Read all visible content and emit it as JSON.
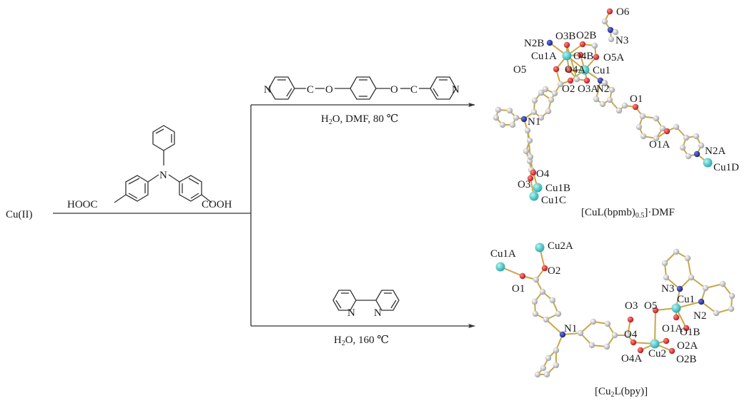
{
  "scheme": {
    "reactant_metal": "Cu(II)",
    "ligand_H2L": {
      "left_group": "HOOC",
      "right_group": "COOH",
      "center_atom": "N"
    },
    "upper_route": {
      "coligand": {
        "left_N": "N",
        "right_N": "N",
        "linker_C1": "C",
        "linker_O1": "O",
        "linker_O2": "O",
        "linker_C2": "C"
      },
      "conditions": {
        "water_H": "H",
        "water_sub": "2",
        "water_rest": "O, DMF, 80 ℃"
      },
      "product": {
        "prefix": "[CuL(bpmb)",
        "subscript": "0.5",
        "suffix": "]·DMF"
      },
      "atom_labels": [
        {
          "id": "O6",
          "text": "O6"
        },
        {
          "id": "N3",
          "text": "N3"
        },
        {
          "id": "N2B",
          "text": "N2B"
        },
        {
          "id": "O3B",
          "text": "O3B"
        },
        {
          "id": "O2B",
          "text": "O2B"
        },
        {
          "id": "Cu1A",
          "text": "Cu1A"
        },
        {
          "id": "O4B",
          "text": "O4B"
        },
        {
          "id": "O5A",
          "text": "O5A"
        },
        {
          "id": "O5",
          "text": "O5"
        },
        {
          "id": "O4A",
          "text": "O4A"
        },
        {
          "id": "Cu1",
          "text": "Cu1"
        },
        {
          "id": "O2",
          "text": "O2"
        },
        {
          "id": "O3A",
          "text": "O3A"
        },
        {
          "id": "N2",
          "text": "N2"
        },
        {
          "id": "O1",
          "text": "O1"
        },
        {
          "id": "N1",
          "text": "N1"
        },
        {
          "id": "O1A",
          "text": "O1A"
        },
        {
          "id": "N2A",
          "text": "N2A"
        },
        {
          "id": "Cu1D",
          "text": "Cu1D"
        },
        {
          "id": "O4",
          "text": "O4"
        },
        {
          "id": "O3",
          "text": "O3"
        },
        {
          "id": "Cu1B",
          "text": "Cu1B"
        },
        {
          "id": "Cu1C",
          "text": "Cu1C"
        }
      ]
    },
    "lower_route": {
      "coligand": {
        "left_N": "N",
        "right_N": "N"
      },
      "conditions": {
        "water_H": "H",
        "water_sub": "2",
        "water_rest": "O, 160 ℃"
      },
      "product": {
        "prefix": "[Cu",
        "subscript": "2",
        "suffix": "L(bpy)]"
      },
      "atom_labels": [
        {
          "id": "Cu1A",
          "text": "Cu1A"
        },
        {
          "id": "Cu2A",
          "text": "Cu2A"
        },
        {
          "id": "O2",
          "text": "O2"
        },
        {
          "id": "O1",
          "text": "O1"
        },
        {
          "id": "N3",
          "text": "N3"
        },
        {
          "id": "Cu1",
          "text": "Cu1"
        },
        {
          "id": "O3",
          "text": "O3"
        },
        {
          "id": "O5",
          "text": "O5"
        },
        {
          "id": "N2",
          "text": "N2"
        },
        {
          "id": "N1",
          "text": "N1"
        },
        {
          "id": "O1A",
          "text": "O1A"
        },
        {
          "id": "O1B",
          "text": "O1B"
        },
        {
          "id": "O4",
          "text": "O4"
        },
        {
          "id": "O2A",
          "text": "O2A"
        },
        {
          "id": "O4A",
          "text": "O4A"
        },
        {
          "id": "Cu2",
          "text": "Cu2"
        },
        {
          "id": "O2B",
          "text": "O2B"
        }
      ]
    },
    "atom_colors": {
      "copper": "#3cc8c8",
      "oxygen": "#d41e1e",
      "nitrogen": "#1a2fa8",
      "carbon": "#c8c8c8",
      "bond": "#c9a64a"
    }
  }
}
